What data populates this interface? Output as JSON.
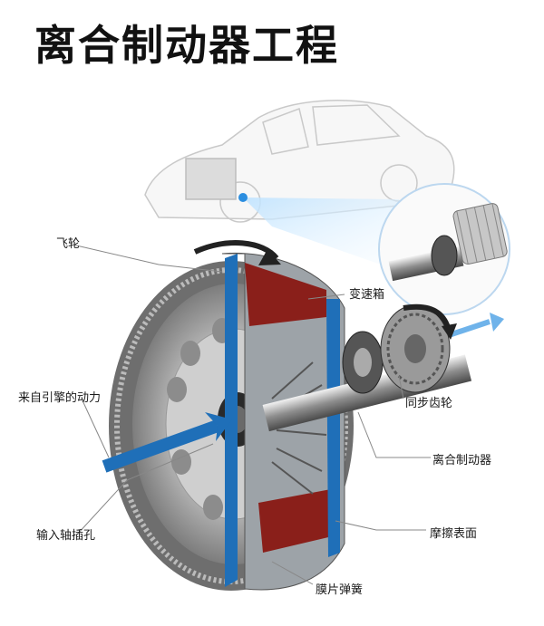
{
  "title": "离合制动器工程",
  "labels": {
    "flywheel": "飞轮",
    "engine_power": "来自引擎的动力",
    "input_shaft_hole": "输入轴插孔",
    "gearbox": "变速箱",
    "synchro_gear": "同步齿轮",
    "clutch": "离合制动器",
    "friction_surface": "摩擦表面",
    "diaphragm_spring": "膜片弹簧"
  },
  "colors": {
    "accent_blue": "#1f6fb8",
    "friction_red": "#8a1f1a",
    "metal_gray": "#9a9a9a"
  }
}
